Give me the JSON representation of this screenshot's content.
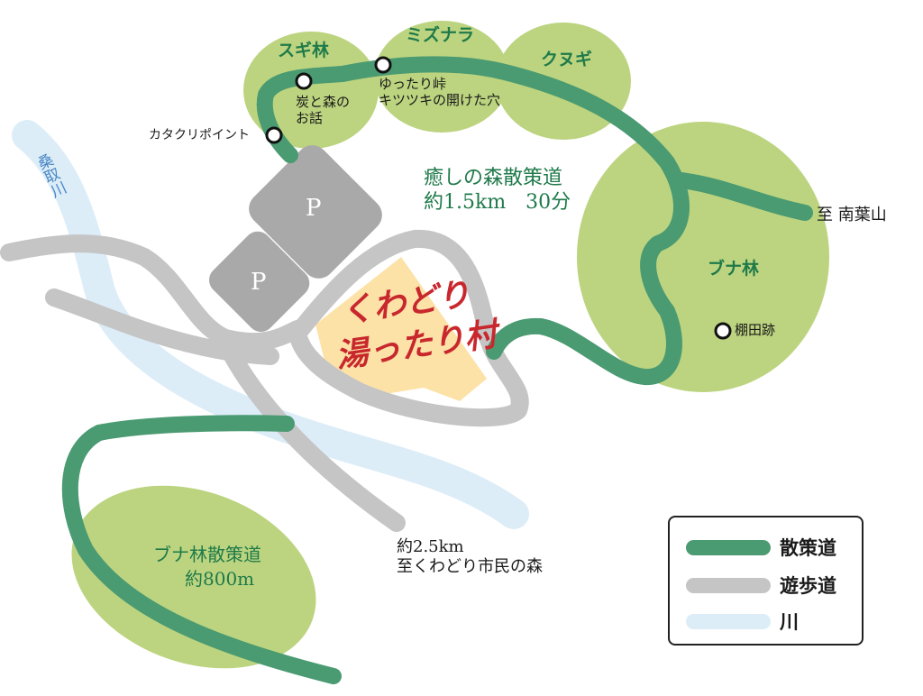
{
  "colors": {
    "forest": "#bcd47f",
    "trail": "#4a9a72",
    "walkway": "#c5c5c5",
    "river": "#dcedf8",
    "village": "#fde2a8",
    "title": "#c8282d",
    "label": "#1f7a4a"
  },
  "forests": {
    "sugi": "スギ林",
    "mizunara": "ミズナラ",
    "kunugi": "クヌギ",
    "buna": "ブナ林"
  },
  "trail_main": {
    "name": "癒しの森散策道",
    "length": "約1.5km　30分"
  },
  "trail_buna": {
    "name": "ブナ林散策道",
    "length": "約800m"
  },
  "points": {
    "katakuri": "カタクリポイント",
    "sumi": "炭と森の\nお話",
    "yuttari": "ゆったり峠\nキツツキの開けた穴",
    "tanada": "棚田跡"
  },
  "river": "桑取川",
  "parking": [
    "P",
    "P"
  ],
  "village": {
    "line1": "くわどり",
    "line2": "湯ったり村"
  },
  "destinations": {
    "nanbasan": "至 南葉山",
    "shimin": "約2.5km\n至くわどり市民の森"
  },
  "legend": [
    {
      "label": "散策道"
    },
    {
      "label": "遊歩道"
    },
    {
      "label": "川"
    }
  ]
}
